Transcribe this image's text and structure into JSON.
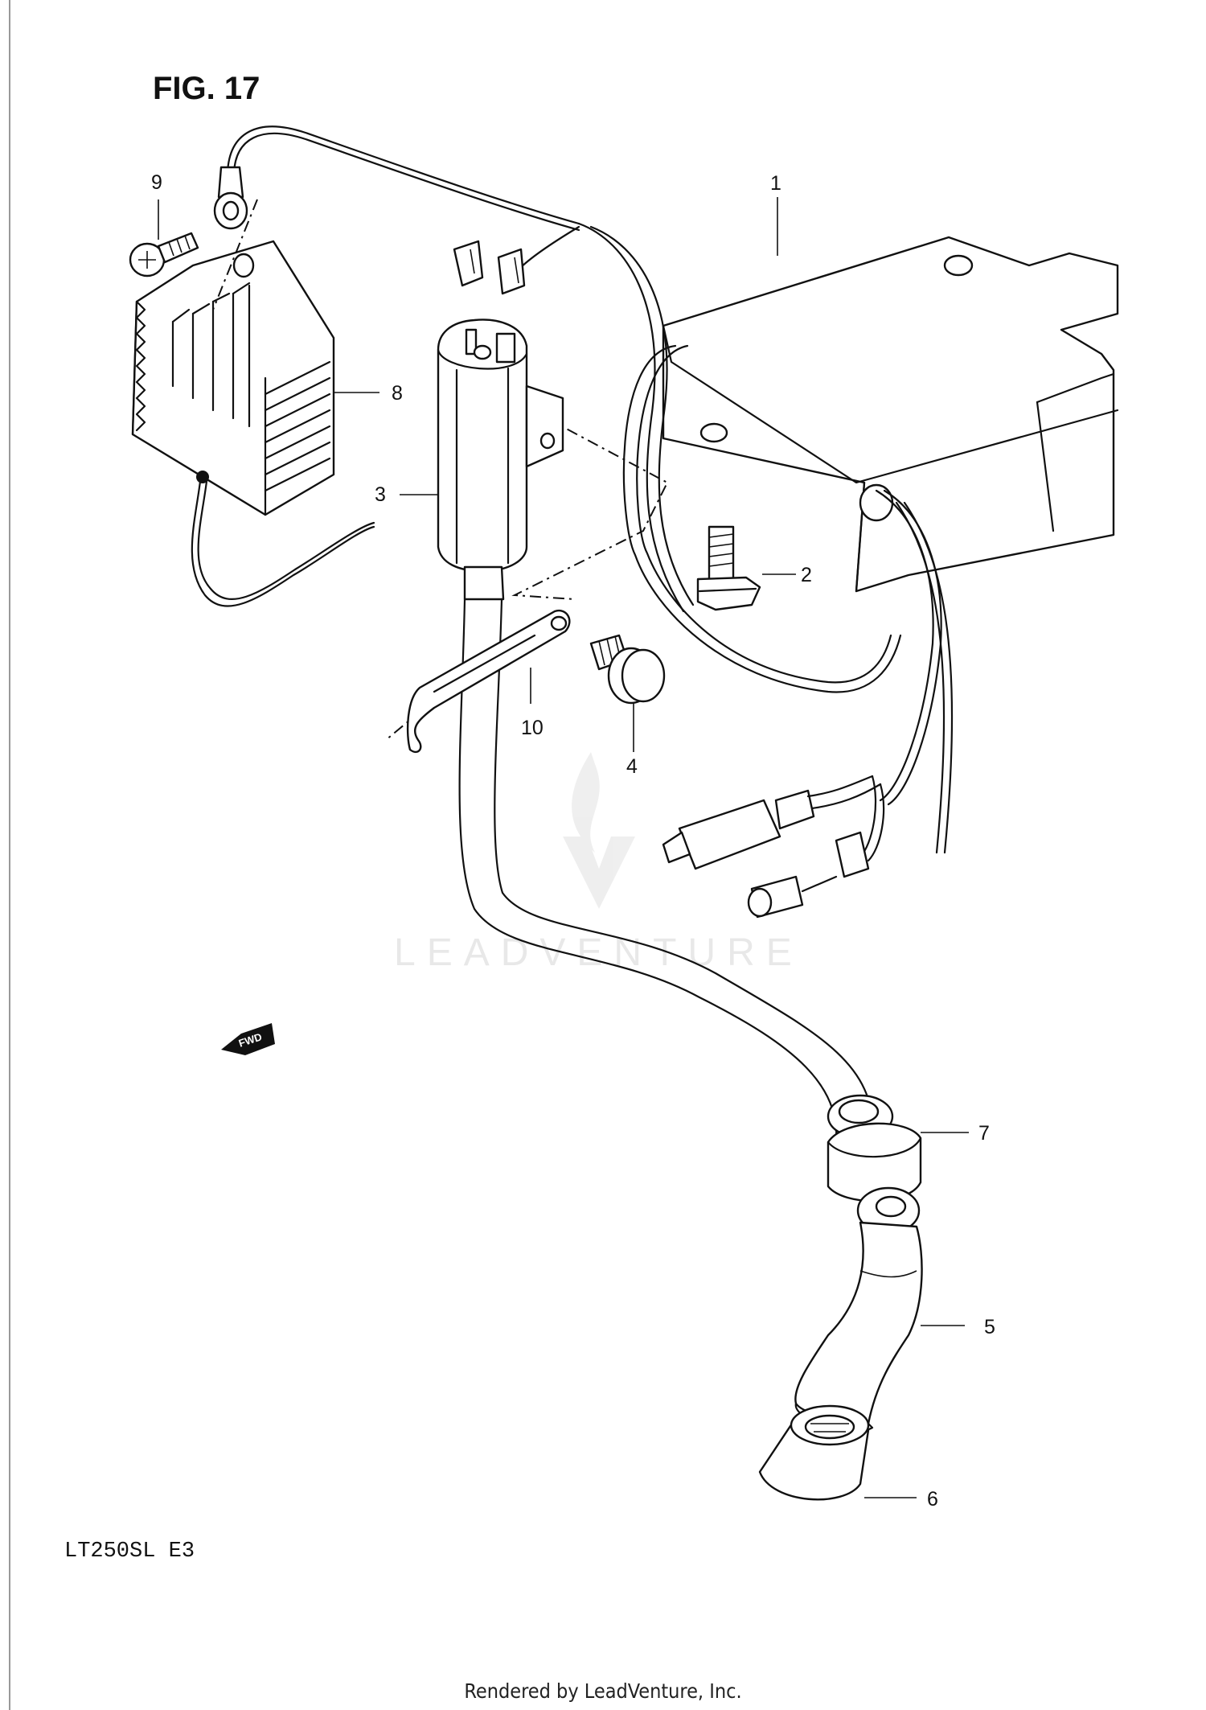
{
  "figure": {
    "title": "FIG. 17",
    "model": "LT250SL  E3"
  },
  "watermark": {
    "text": "LEADVENTURE"
  },
  "footer": {
    "text": "Rendered by LeadVenture, Inc."
  },
  "callouts": [
    {
      "id": "1",
      "label": "1"
    },
    {
      "id": "2",
      "label": "2"
    },
    {
      "id": "3",
      "label": "3"
    },
    {
      "id": "4",
      "label": "4"
    },
    {
      "id": "5",
      "label": "5"
    },
    {
      "id": "6",
      "label": "6"
    },
    {
      "id": "7",
      "label": "7"
    },
    {
      "id": "8",
      "label": "8"
    },
    {
      "id": "9",
      "label": "9"
    },
    {
      "id": "10",
      "label": "10"
    }
  ],
  "fwd_badge": {
    "text": "FWD"
  }
}
